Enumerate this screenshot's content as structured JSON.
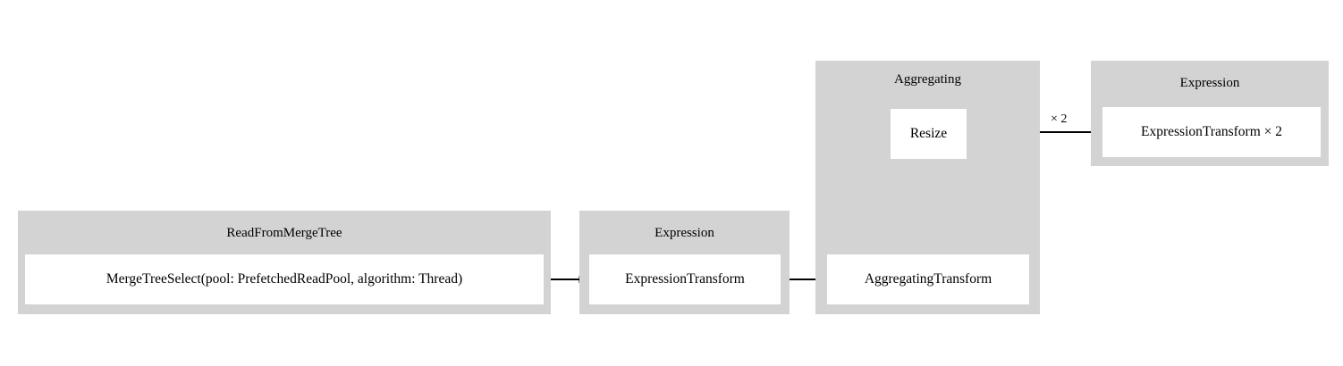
{
  "diagram": {
    "type": "pipeline-flowchart",
    "background_color": "#ffffff",
    "cluster_color": "#d3d3d3",
    "node_color": "#ffffff",
    "edge_color": "#000000",
    "clusters": [
      {
        "id": "read-from-merge-tree",
        "title": "ReadFromMergeTree",
        "nodes": [
          {
            "id": "merge-tree-select",
            "label": "MergeTreeSelect(pool: PrefetchedReadPool, algorithm: Thread)"
          }
        ]
      },
      {
        "id": "expression-left",
        "title": "Expression",
        "nodes": [
          {
            "id": "expression-transform",
            "label": "ExpressionTransform"
          }
        ]
      },
      {
        "id": "aggregating",
        "title": "Aggregating",
        "nodes": [
          {
            "id": "resize",
            "label": "Resize"
          },
          {
            "id": "aggregating-transform",
            "label": "AggregatingTransform"
          }
        ]
      },
      {
        "id": "expression-right",
        "title": "Expression",
        "nodes": [
          {
            "id": "expression-transform-x2",
            "label": "ExpressionTransform × 2"
          }
        ]
      }
    ],
    "edges": [
      {
        "id": "edge-1",
        "from": "merge-tree-select",
        "to": "expression-transform",
        "label": ""
      },
      {
        "id": "edge-2",
        "from": "expression-transform",
        "to": "aggregating-transform",
        "label": ""
      },
      {
        "id": "edge-3",
        "from": "aggregating-transform",
        "to": "resize",
        "label": ""
      },
      {
        "id": "edge-4",
        "from": "resize",
        "to": "expression-transform-x2",
        "label": "× 2"
      }
    ]
  }
}
